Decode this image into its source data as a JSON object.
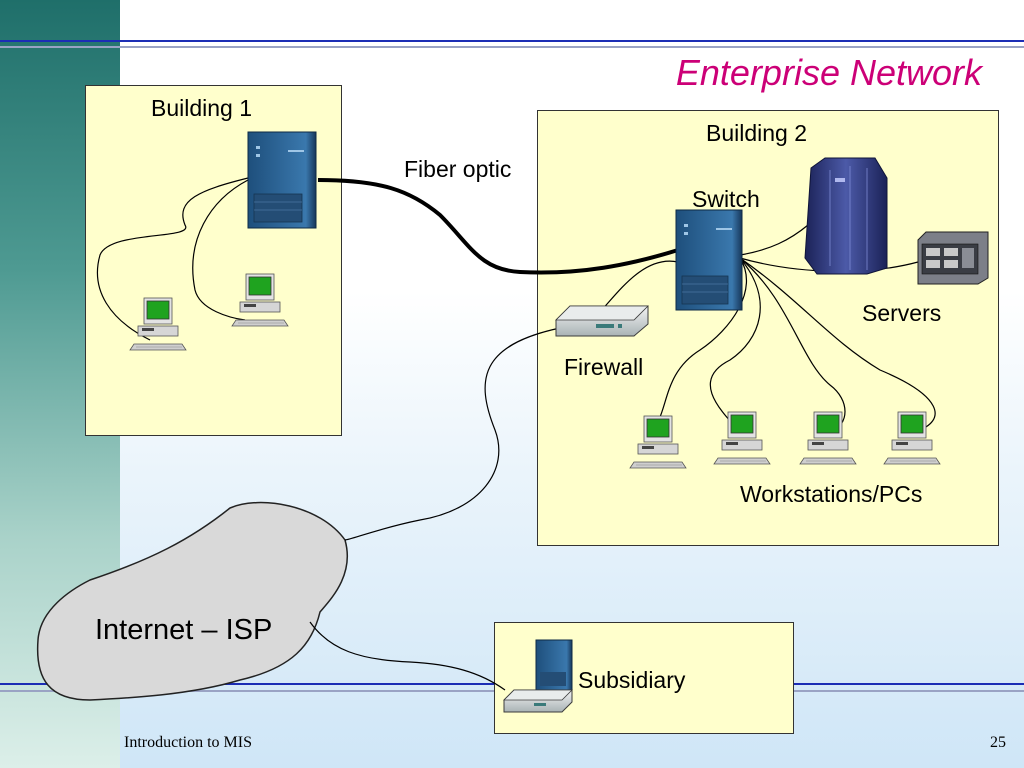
{
  "slide": {
    "title": "Enterprise Network",
    "footer_left": "Introduction to MIS",
    "page_number": "25"
  },
  "labels": {
    "building1": "Building 1",
    "building2": "Building 2",
    "fiber_optic": "Fiber optic",
    "switch": "Switch",
    "servers": "Servers",
    "firewall": "Firewall",
    "workstations": "Workstations/PCs",
    "internet": "Internet – ISP",
    "subsidiary": "Subsidiary"
  },
  "colors": {
    "title": "#cc0077",
    "box_fill": "#ffffcc",
    "rule_line": "#1b2db5",
    "cloud_fill": "#d9d9d9",
    "device_blue": "#2c5f8e",
    "screen_green": "#1fa31f"
  }
}
